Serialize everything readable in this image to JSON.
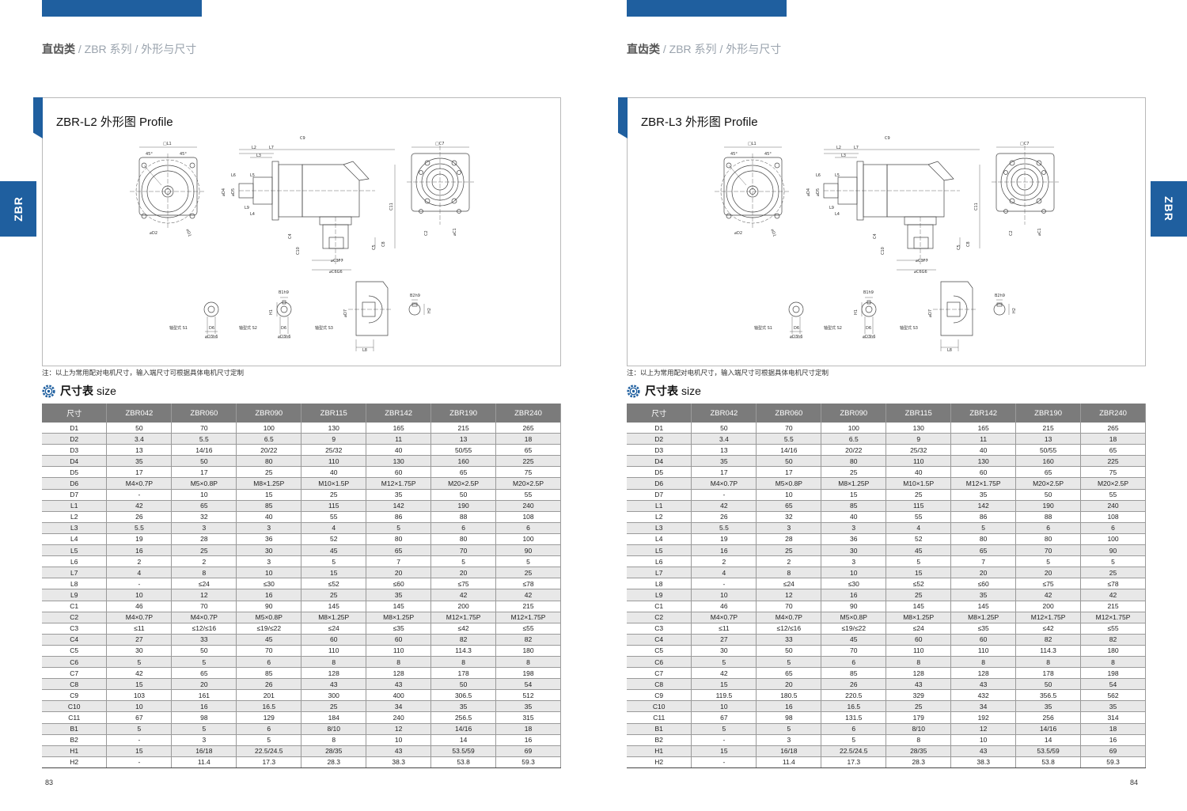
{
  "breadcrumb": {
    "category": "直齿类",
    "series": "ZBR 系列",
    "section": "外形与尺寸"
  },
  "side_tab": "ZBR",
  "note": "注：以上为常用配对电机尺寸，输入端尺寸可根据具体电机尺寸定制",
  "size_heading": {
    "zh": "尺寸表",
    "en": "size"
  },
  "drawing_labels": {
    "front_square": "□L1",
    "angle_a": "45°",
    "angle_b": "45°",
    "d2": "⌀D2",
    "d1": "⌀D1",
    "l2": "L2",
    "l7": "L7",
    "l3": "L3",
    "l6": "L6",
    "l5": "L5",
    "l9": "L9",
    "l4": "L4",
    "c9": "C9",
    "c11": "C11",
    "d4": "⌀D4",
    "d5": "⌀D5",
    "c4": "C4",
    "c5": "C5",
    "c10": "C10",
    "c8": "C8",
    "c3": "⌀C3F7",
    "c6": "⌀C6G6",
    "rear_square": "□C7",
    "c2": "C2",
    "c1": "⌀C1",
    "b1": "B1h9",
    "h1": "H1",
    "shaft_s1": "轴型式 S1",
    "shaft_s2": "轴型式 S2",
    "shaft_s3": "轴型式 S3",
    "d6": "D6",
    "d3": "⌀D3h6",
    "d7": "⌀D7",
    "l8": "L8",
    "b2": "B2h9",
    "h2": "H2"
  },
  "pages": [
    {
      "page_number": "83",
      "profile_title": "ZBR-L2 外形图 Profile",
      "table": {
        "header": [
          "尺寸",
          "ZBR042",
          "ZBR060",
          "ZBR090",
          "ZBR115",
          "ZBR142",
          "ZBR190",
          "ZBR240"
        ],
        "rows": [
          [
            "D1",
            "50",
            "70",
            "100",
            "130",
            "165",
            "215",
            "265"
          ],
          [
            "D2",
            "3.4",
            "5.5",
            "6.5",
            "9",
            "11",
            "13",
            "18"
          ],
          [
            "D3",
            "13",
            "14/16",
            "20/22",
            "25/32",
            "40",
            "50/55",
            "65"
          ],
          [
            "D4",
            "35",
            "50",
            "80",
            "110",
            "130",
            "160",
            "225"
          ],
          [
            "D5",
            "17",
            "17",
            "25",
            "40",
            "60",
            "65",
            "75"
          ],
          [
            "D6",
            "M4×0.7P",
            "M5×0.8P",
            "M8×1.25P",
            "M10×1.5P",
            "M12×1.75P",
            "M20×2.5P",
            "M20×2.5P"
          ],
          [
            "D7",
            "-",
            "10",
            "15",
            "25",
            "35",
            "50",
            "55"
          ],
          [
            "L1",
            "42",
            "65",
            "85",
            "115",
            "142",
            "190",
            "240"
          ],
          [
            "L2",
            "26",
            "32",
            "40",
            "55",
            "86",
            "88",
            "108"
          ],
          [
            "L3",
            "5.5",
            "3",
            "3",
            "4",
            "5",
            "6",
            "6"
          ],
          [
            "L4",
            "19",
            "28",
            "36",
            "52",
            "80",
            "80",
            "100"
          ],
          [
            "L5",
            "16",
            "25",
            "30",
            "45",
            "65",
            "70",
            "90"
          ],
          [
            "L6",
            "2",
            "2",
            "3",
            "5",
            "7",
            "5",
            "5"
          ],
          [
            "L7",
            "4",
            "8",
            "10",
            "15",
            "20",
            "20",
            "25"
          ],
          [
            "L8",
            "-",
            "≤24",
            "≤30",
            "≤52",
            "≤60",
            "≤75",
            "≤78"
          ],
          [
            "L9",
            "10",
            "12",
            "16",
            "25",
            "35",
            "42",
            "42"
          ],
          [
            "C1",
            "46",
            "70",
            "90",
            "145",
            "145",
            "200",
            "215"
          ],
          [
            "C2",
            "M4×0.7P",
            "M4×0.7P",
            "M5×0.8P",
            "M8×1.25P",
            "M8×1.25P",
            "M12×1.75P",
            "M12×1.75P"
          ],
          [
            "C3",
            "≤11",
            "≤12/≤16",
            "≤19/≤22",
            "≤24",
            "≤35",
            "≤42",
            "≤55"
          ],
          [
            "C4",
            "27",
            "33",
            "45",
            "60",
            "60",
            "82",
            "82"
          ],
          [
            "C5",
            "30",
            "50",
            "70",
            "110",
            "110",
            "114.3",
            "180"
          ],
          [
            "C6",
            "5",
            "5",
            "6",
            "8",
            "8",
            "8",
            "8"
          ],
          [
            "C7",
            "42",
            "65",
            "85",
            "128",
            "128",
            "178",
            "198"
          ],
          [
            "C8",
            "15",
            "20",
            "26",
            "43",
            "43",
            "50",
            "54"
          ],
          [
            "C9",
            "103",
            "161",
            "201",
            "300",
            "400",
            "306.5",
            "512"
          ],
          [
            "C10",
            "10",
            "16",
            "16.5",
            "25",
            "34",
            "35",
            "35"
          ],
          [
            "C11",
            "67",
            "98",
            "129",
            "184",
            "240",
            "256.5",
            "315"
          ],
          [
            "B1",
            "5",
            "5",
            "6",
            "8/10",
            "12",
            "14/16",
            "18"
          ],
          [
            "B2",
            "-",
            "3",
            "5",
            "8",
            "10",
            "14",
            "16"
          ],
          [
            "H1",
            "15",
            "16/18",
            "22.5/24.5",
            "28/35",
            "43",
            "53.5/59",
            "69"
          ],
          [
            "H2",
            "-",
            "11.4",
            "17.3",
            "28.3",
            "38.3",
            "53.8",
            "59.3"
          ]
        ]
      }
    },
    {
      "page_number": "84",
      "profile_title": "ZBR-L3 外形图 Profile",
      "table": {
        "header": [
          "尺寸",
          "ZBR042",
          "ZBR060",
          "ZBR090",
          "ZBR115",
          "ZBR142",
          "ZBR190",
          "ZBR240"
        ],
        "rows": [
          [
            "D1",
            "50",
            "70",
            "100",
            "130",
            "165",
            "215",
            "265"
          ],
          [
            "D2",
            "3.4",
            "5.5",
            "6.5",
            "9",
            "11",
            "13",
            "18"
          ],
          [
            "D3",
            "13",
            "14/16",
            "20/22",
            "25/32",
            "40",
            "50/55",
            "65"
          ],
          [
            "D4",
            "35",
            "50",
            "80",
            "110",
            "130",
            "160",
            "225"
          ],
          [
            "D5",
            "17",
            "17",
            "25",
            "40",
            "60",
            "65",
            "75"
          ],
          [
            "D6",
            "M4×0.7P",
            "M5×0.8P",
            "M8×1.25P",
            "M10×1.5P",
            "M12×1.75P",
            "M20×2.5P",
            "M20×2.5P"
          ],
          [
            "D7",
            "-",
            "10",
            "15",
            "25",
            "35",
            "50",
            "55"
          ],
          [
            "L1",
            "42",
            "65",
            "85",
            "115",
            "142",
            "190",
            "240"
          ],
          [
            "L2",
            "26",
            "32",
            "40",
            "55",
            "86",
            "88",
            "108"
          ],
          [
            "L3",
            "5.5",
            "3",
            "3",
            "4",
            "5",
            "6",
            "6"
          ],
          [
            "L4",
            "19",
            "28",
            "36",
            "52",
            "80",
            "80",
            "100"
          ],
          [
            "L5",
            "16",
            "25",
            "30",
            "45",
            "65",
            "70",
            "90"
          ],
          [
            "L6",
            "2",
            "2",
            "3",
            "5",
            "7",
            "5",
            "5"
          ],
          [
            "L7",
            "4",
            "8",
            "10",
            "15",
            "20",
            "20",
            "25"
          ],
          [
            "L8",
            "-",
            "≤24",
            "≤30",
            "≤52",
            "≤60",
            "≤75",
            "≤78"
          ],
          [
            "L9",
            "10",
            "12",
            "16",
            "25",
            "35",
            "42",
            "42"
          ],
          [
            "C1",
            "46",
            "70",
            "90",
            "145",
            "145",
            "200",
            "215"
          ],
          [
            "C2",
            "M4×0.7P",
            "M4×0.7P",
            "M5×0.8P",
            "M8×1.25P",
            "M8×1.25P",
            "M12×1.75P",
            "M12×1.75P"
          ],
          [
            "C3",
            "≤11",
            "≤12/≤16",
            "≤19/≤22",
            "≤24",
            "≤35",
            "≤42",
            "≤55"
          ],
          [
            "C4",
            "27",
            "33",
            "45",
            "60",
            "60",
            "82",
            "82"
          ],
          [
            "C5",
            "30",
            "50",
            "70",
            "110",
            "110",
            "114.3",
            "180"
          ],
          [
            "C6",
            "5",
            "5",
            "6",
            "8",
            "8",
            "8",
            "8"
          ],
          [
            "C7",
            "42",
            "65",
            "85",
            "128",
            "128",
            "178",
            "198"
          ],
          [
            "C8",
            "15",
            "20",
            "26",
            "43",
            "43",
            "50",
            "54"
          ],
          [
            "C9",
            "119.5",
            "180.5",
            "220.5",
            "329",
            "432",
            "356.5",
            "562"
          ],
          [
            "C10",
            "10",
            "16",
            "16.5",
            "25",
            "34",
            "35",
            "35"
          ],
          [
            "C11",
            "67",
            "98",
            "131.5",
            "179",
            "192",
            "256",
            "314"
          ],
          [
            "B1",
            "5",
            "5",
            "6",
            "8/10",
            "12",
            "14/16",
            "18"
          ],
          [
            "B2",
            "-",
            "3",
            "5",
            "8",
            "10",
            "14",
            "16"
          ],
          [
            "H1",
            "15",
            "16/18",
            "22.5/24.5",
            "28/35",
            "43",
            "53.5/59",
            "69"
          ],
          [
            "H2",
            "-",
            "11.4",
            "17.3",
            "28.3",
            "38.3",
            "53.8",
            "59.3"
          ]
        ]
      }
    }
  ]
}
